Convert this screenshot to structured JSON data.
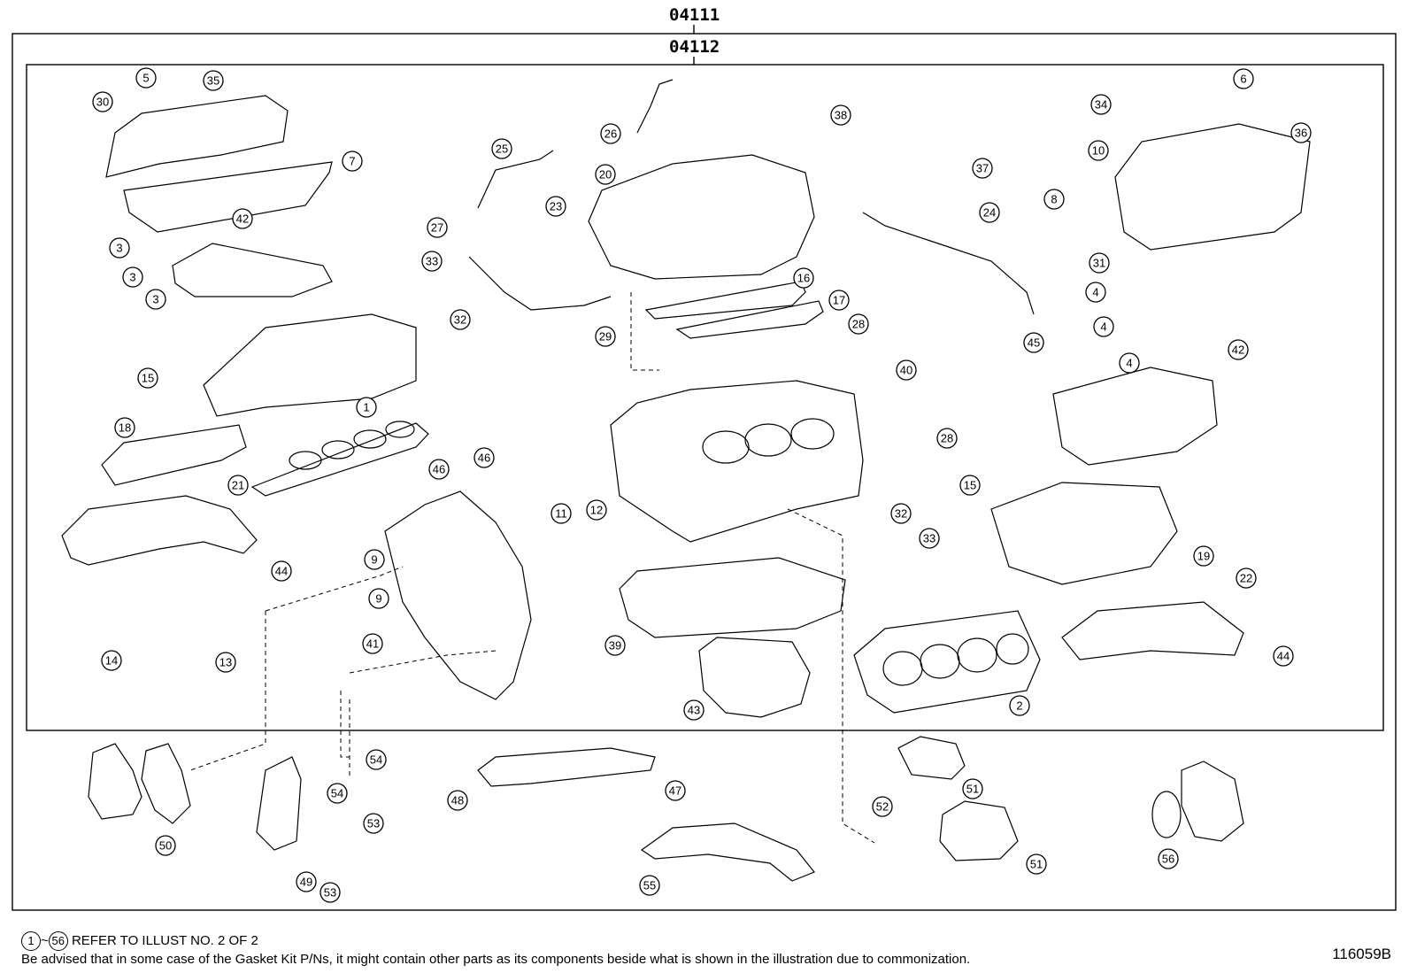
{
  "header": {
    "kit_outer": "04111",
    "kit_inner": "04112"
  },
  "callouts": [
    "30",
    "5",
    "35",
    "7",
    "3",
    "42",
    "3",
    "3",
    "15",
    "18",
    "1",
    "21",
    "44",
    "25",
    "26",
    "20",
    "23",
    "27",
    "33",
    "32",
    "46",
    "46",
    "16",
    "17",
    "29",
    "11",
    "12",
    "9",
    "9",
    "41",
    "14",
    "13",
    "39",
    "43",
    "38",
    "37",
    "24",
    "28",
    "28",
    "40",
    "45",
    "15",
    "32",
    "33",
    "19",
    "22",
    "2",
    "44",
    "34",
    "6",
    "10",
    "36",
    "8",
    "31",
    "4",
    "4",
    "4",
    "42",
    "50",
    "54",
    "54",
    "53",
    "49",
    "53",
    "48",
    "47",
    "55",
    "52",
    "51",
    "51",
    "56"
  ],
  "footer": {
    "note_start": "1",
    "note_end": "56",
    "note_line1": "REFER TO ILLUST NO. 2 OF 2",
    "note_line2": "Be advised that in some case of the Gasket Kit P/Ns,  it might contain other parts as its components beside what is shown in the illustration due to commonization.",
    "illustration_code": "116059B"
  }
}
